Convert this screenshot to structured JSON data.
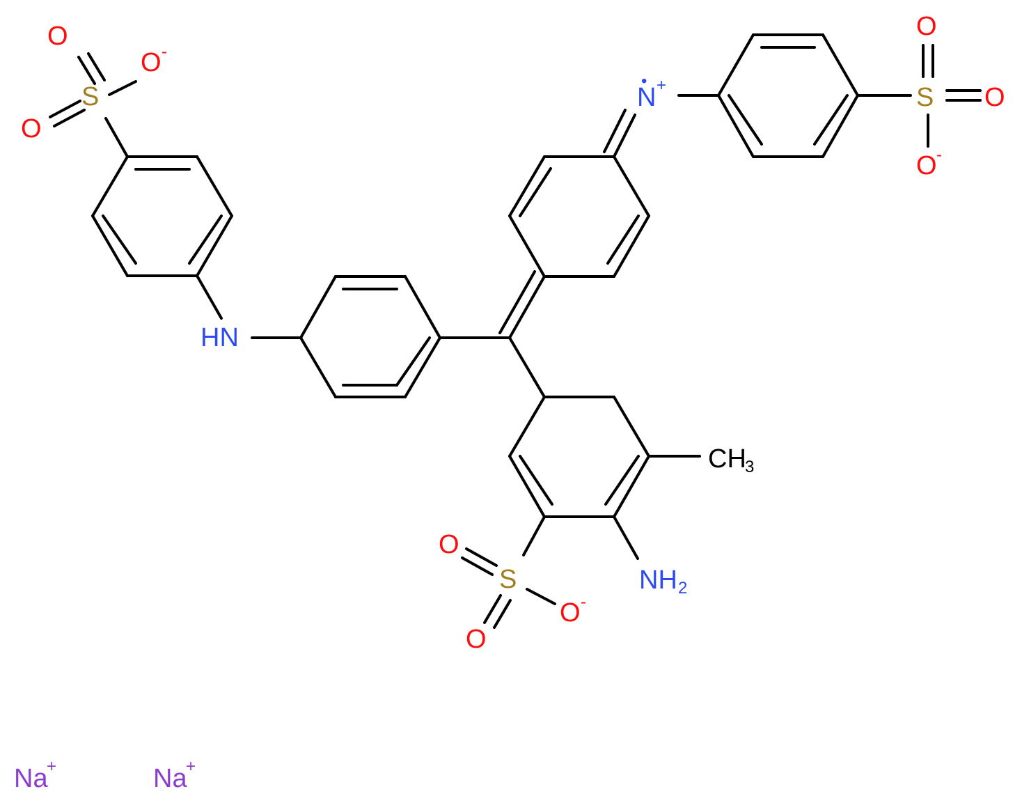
{
  "colors": {
    "bond": "#000000",
    "oxygen": "#ff0d0d",
    "sulfur": "#a08020",
    "nitrogen": "#2d4bf0",
    "sodium": "#8c3fcf",
    "carbon": "#000000"
  },
  "atoms": {
    "s1": {
      "symbol": "S"
    },
    "s1_o_a": {
      "symbol": "O"
    },
    "s1_o_b": {
      "symbol": "O"
    },
    "s1_o_minus": {
      "symbol": "O",
      "charge": "-"
    },
    "nh_bridge": {
      "symbol": "HN"
    },
    "s2": {
      "symbol": "S"
    },
    "s2_o_a": {
      "symbol": "O"
    },
    "s2_o_b": {
      "symbol": "O"
    },
    "s2_o_minus": {
      "symbol": "O",
      "charge": "-"
    },
    "n_imine": {
      "symbol": "N",
      "charge": "+",
      "radical": "•"
    },
    "s3": {
      "symbol": "S"
    },
    "s3_o_a": {
      "symbol": "O"
    },
    "s3_o_b": {
      "symbol": "O"
    },
    "s3_o_minus": {
      "symbol": "O",
      "charge": "-"
    },
    "nh2": {
      "symbol": "NH",
      "subscript": "2"
    },
    "ch3": {
      "symbol": "CH",
      "subscript": "3"
    }
  },
  "counterions": [
    {
      "symbol": "Na",
      "charge": "+"
    },
    {
      "symbol": "Na",
      "charge": "+"
    }
  ]
}
